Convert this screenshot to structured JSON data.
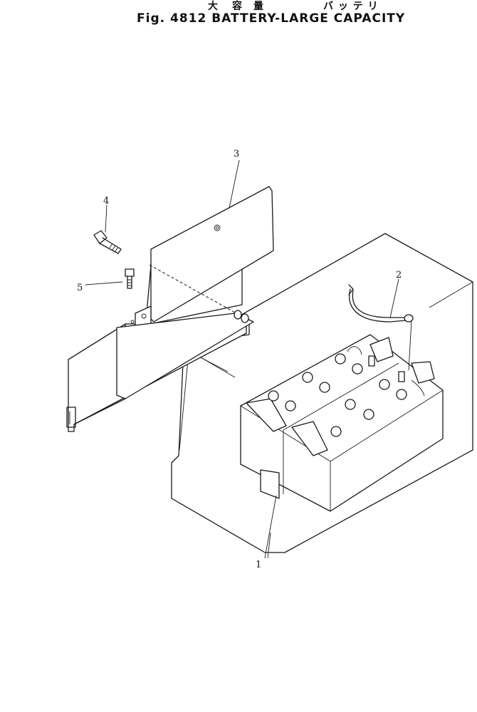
{
  "header": {
    "jp_part1": "大",
    "jp_part2": "容",
    "jp_part3": "量",
    "jp_part4": "バ ッ テ リ",
    "title": "Fig. 4812  BATTERY-LARGE  CAPACITY"
  },
  "callouts": [
    {
      "id": "1",
      "label": "1"
    },
    {
      "id": "2",
      "label": "2"
    },
    {
      "id": "3",
      "label": "3"
    },
    {
      "id": "4",
      "label": "4"
    },
    {
      "id": "5",
      "label": "5"
    }
  ]
}
